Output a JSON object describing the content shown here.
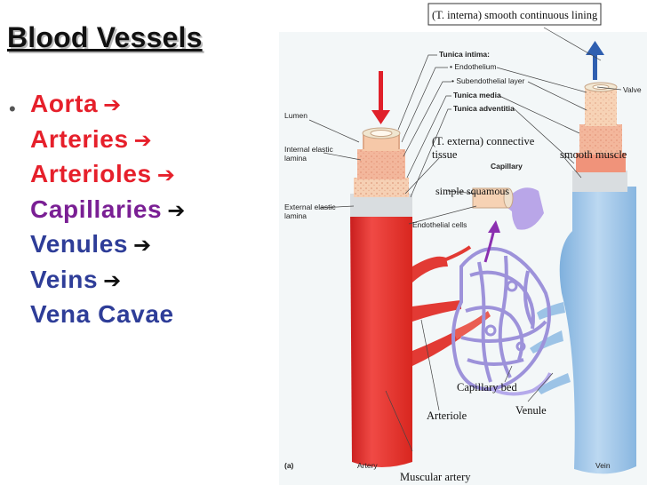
{
  "slide": {
    "title": "Blood Vessels",
    "items": [
      {
        "label": "Aorta",
        "color": "#e6202b",
        "arrow": true
      },
      {
        "label": "Arteries",
        "color": "#e6202b",
        "arrow": true
      },
      {
        "label": "Arterioles",
        "color": "#e6202b",
        "arrow": true
      },
      {
        "label": "Capillaries",
        "color": "#7a1f94",
        "arrow": true
      },
      {
        "label": "Venules",
        "color": "#2e3d98",
        "arrow": true
      },
      {
        "label": "Veins",
        "color": "#2e3d98",
        "arrow": true
      },
      {
        "label": "Vena Cavae",
        "color": "#2e3d98",
        "arrow": false
      }
    ],
    "arrow_glyph": "➔",
    "bullet_glyph": "•"
  },
  "figure": {
    "labels": {
      "lumen": "Lumen",
      "internal_elastic_1": "Internal elastic",
      "internal_elastic_2": "lamina",
      "external_elastic_1": "External elastic",
      "external_elastic_2": "lamina",
      "tunica_intima": "Tunica intima:",
      "endothelium": "• Endothelium",
      "subendothelial": "• Subendothelial layer",
      "tunica_media": "Tunica media",
      "tunica_adventitia": "Tunica adventitia",
      "valve": "Valve",
      "capillary": "Capillary",
      "endothelial_cells": "Endothelial cells",
      "artery": "Artery",
      "vein": "Vein",
      "panel": "(a)"
    },
    "handwritten": {
      "top": "(T. interna) smooth continuous lining",
      "externa_1": "(T. externa) connective",
      "externa_2": "tissue",
      "smooth_muscle": "smooth muscle",
      "simple_squamous": "simple squamous",
      "capillary_bed": "Capillary bed",
      "arteriole": "Arteriole",
      "venule": "Venule",
      "muscular_artery": "Muscular artery"
    },
    "colors": {
      "artery": "#e8302e",
      "vein": "#9cc3e6",
      "capillary": "#a9a0e0",
      "arrow_red": "#e0202a",
      "arrow_blue": "#2f5fb0"
    }
  }
}
